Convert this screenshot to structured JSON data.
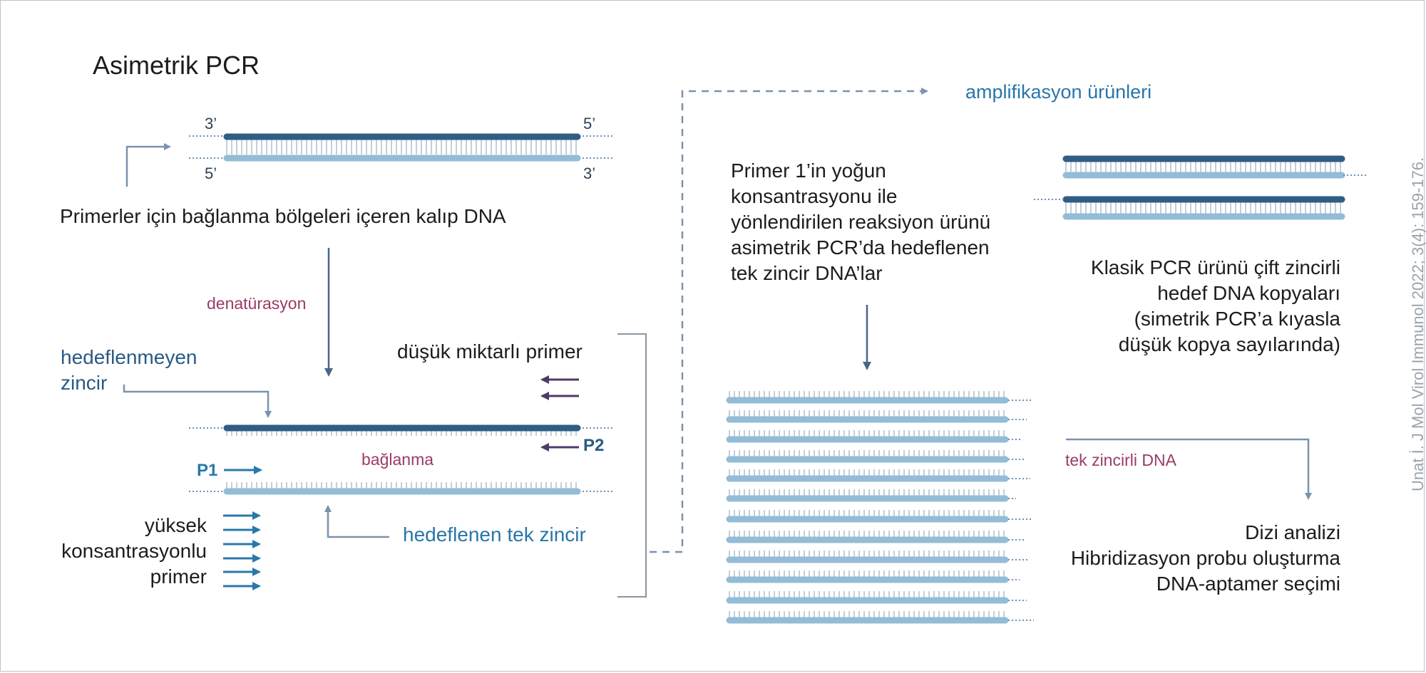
{
  "title": "Asimetrik PCR",
  "template": {
    "caption": "Primerler için bağlanma bölgeleri içeren kalıp DNA",
    "top_left_label": "3’",
    "top_right_label": "5’",
    "bottom_left_label": "5’",
    "bottom_right_label": "3’"
  },
  "labels": {
    "denaturation": "denatürasyon",
    "non_target_line1": "hedeflenmeyen",
    "non_target_line2": "zincir",
    "low_primer": "düşük miktarlı primer",
    "p2": "P2",
    "p1": "P1",
    "binding": "bağlanma",
    "high_primer_line1": "yüksek",
    "high_primer_line2": "konsantrasyonlu",
    "high_primer_line3": "primer",
    "target_single": "hedeflenen tek zincir",
    "amplification": "amplifikasyon ürünleri",
    "primer1_line1": "Primer 1’in yoğun",
    "primer1_line2": "konsantrasyonu ile",
    "primer1_line3": "yönlendirilen reaksiyon ürünü",
    "primer1_line4": "asimetrik PCR’da hedeflenen",
    "primer1_line5": "tek zincir DNA’lar",
    "classic_line1": "Klasik PCR ürünü çift zincirli",
    "classic_line2": "hedef DNA kopyaları",
    "classic_line3": "(simetrik PCR’a kıyasla",
    "classic_line4": "düşük kopya sayılarında)",
    "single_dna": "tek zincirli DNA",
    "use1": "Dizi analizi",
    "use2": "Hibridizasyon probu oluşturma",
    "use3": "DNA-aptamer seçimi"
  },
  "citation": "Unat İ. J Mol Virol Immunol 2022; 3(4): 159-176.",
  "colors": {
    "dark_strand": "#2f5d85",
    "light_strand": "#93bcd6",
    "arrow_gray": "#7a93ad",
    "primer_blue": "#2878ab",
    "primer_purple": "#4f3a66",
    "accent_purple": "#9a3c67",
    "accent_blue": "#2876a8"
  }
}
